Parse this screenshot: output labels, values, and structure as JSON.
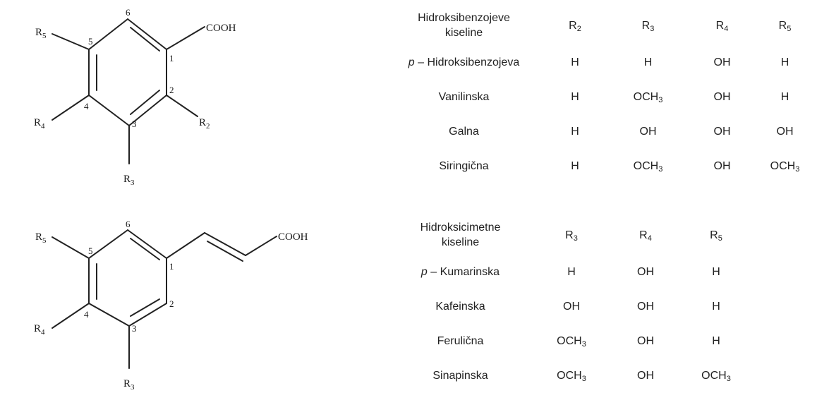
{
  "structure_top": {
    "labels": {
      "acid": "COOH",
      "R5": "R5",
      "R4": "R4",
      "R3": "R3",
      "R2": "R2"
    },
    "positions": [
      "6",
      "5",
      "1",
      "2",
      "4",
      "3"
    ]
  },
  "structure_bottom": {
    "labels": {
      "acid": "COOH",
      "R5": "R5",
      "R4": "R4",
      "R3": "R3"
    },
    "positions": [
      "6",
      "5",
      "1",
      "2",
      "4",
      "3"
    ]
  },
  "table_benzoic": {
    "header": {
      "name_line1": "Hidroksibenzojeve",
      "name_line2": "kiseline",
      "cols": [
        "R2",
        "R3",
        "R4",
        "R5"
      ]
    },
    "rows": [
      {
        "prefix": "p",
        "name": " – Hidroksibenzojeva",
        "values": [
          "H",
          "H",
          "OH",
          "H"
        ]
      },
      {
        "prefix": "",
        "name": "Vanilinska",
        "values": [
          "H",
          "OCH3",
          "OH",
          "H"
        ]
      },
      {
        "prefix": "",
        "name": "Galna",
        "values": [
          "H",
          "OH",
          "OH",
          "OH"
        ]
      },
      {
        "prefix": "",
        "name": "Siringična",
        "values": [
          "H",
          "OCH3",
          "OH",
          "OCH3"
        ]
      }
    ]
  },
  "table_cinnamic": {
    "header": {
      "name_line1": "Hidroksicimetne",
      "name_line2": "kiseline",
      "cols": [
        "R3",
        "R4",
        "R5"
      ]
    },
    "rows": [
      {
        "prefix": "p",
        "name": " – Kumarinska",
        "values": [
          "H",
          "OH",
          "H"
        ]
      },
      {
        "prefix": "",
        "name": "Kafeinska",
        "values": [
          "OH",
          "OH",
          "H"
        ]
      },
      {
        "prefix": "",
        "name": "Ferulična",
        "values": [
          "OCH3",
          "OH",
          "H"
        ]
      },
      {
        "prefix": "",
        "name": "Sinapinska",
        "values": [
          "OCH3",
          "OH",
          "OCH3"
        ]
      }
    ]
  }
}
